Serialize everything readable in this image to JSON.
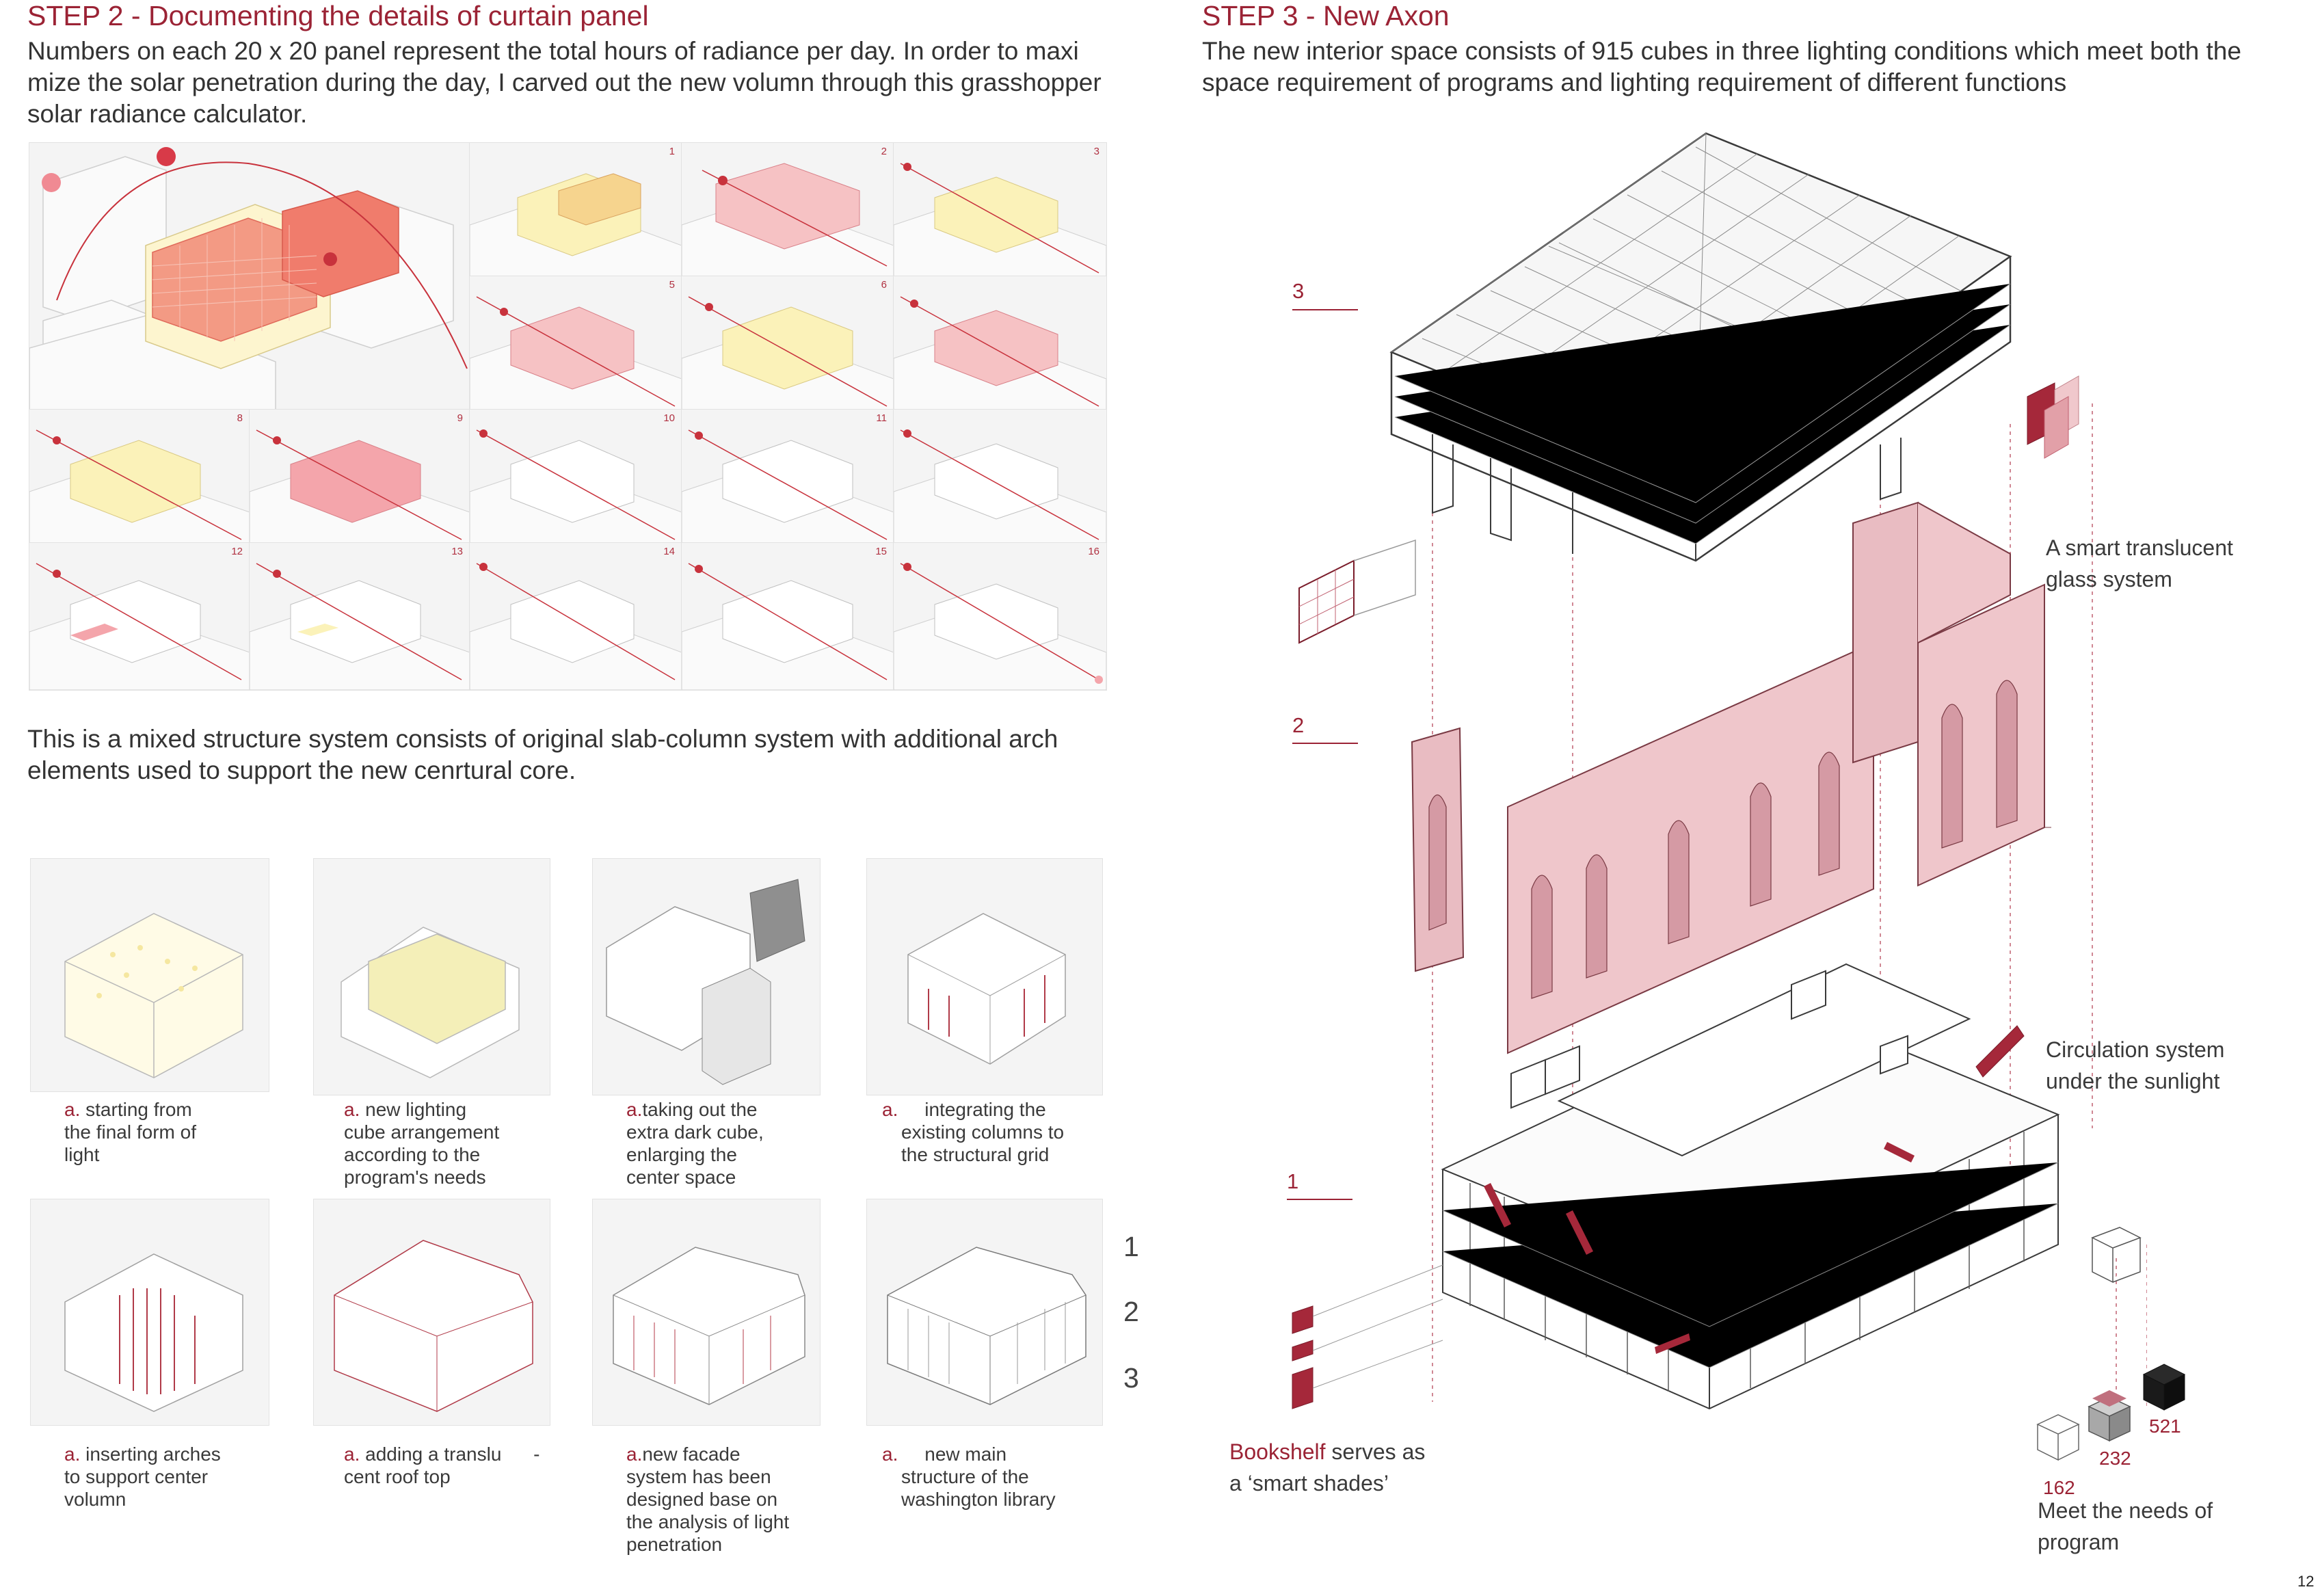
{
  "left": {
    "title": "STEP 2  - Documenting the details of curtain panel",
    "intro_lines": [
      "Numbers on each 20 x 20 panel represent the total hours of radiance per day. In order to maxi",
      "mize the solar penetration during the day, I carved out the new volumn through this grasshopper",
      "solar radiance calculator."
    ],
    "panel_numbers": [
      "1",
      "2",
      "3",
      "5",
      "6",
      "8",
      "9",
      "10",
      "11",
      "12",
      "13",
      "14",
      "15",
      "16"
    ],
    "structure_lines": [
      "This is a mixed structure system consists of original slab-column system with additional arch",
      "elements used to support the new cenrtural core."
    ],
    "captions_row1": [
      {
        "marker": "a.",
        "lines": [
          " starting from",
          "the final form of",
          "light"
        ]
      },
      {
        "marker": "a.",
        "lines": [
          " new lighting",
          "cube arrangement",
          "according to the",
          "program's needs"
        ]
      },
      {
        "marker": "a.",
        "lines": [
          "taking out the",
          "extra dark cube,",
          "enlarging the",
          "center space"
        ]
      },
      {
        "marker": "a.",
        "lines": [
          "     integrating the",
          "existing columns to",
          "the structural grid"
        ]
      }
    ],
    "captions_row2": [
      {
        "marker": "a.",
        "lines": [
          " inserting arches",
          "to support center",
          "volumn"
        ]
      },
      {
        "marker": "a.",
        "lines": [
          " adding a translu      -",
          "cent roof top"
        ]
      },
      {
        "marker": "a.",
        "lines": [
          "new facade",
          "system has been",
          "designed base on",
          "the analysis of light",
          "penetration"
        ]
      },
      {
        "marker": "a.",
        "lines": [
          "     new main",
          "structure of the",
          "washington library"
        ]
      }
    ],
    "step_numbers": [
      "1",
      "2",
      "3"
    ]
  },
  "right": {
    "title": "STEP 3  - New Axon",
    "intro_lines": [
      "The new interior space consists of 915 cubes in three lighting conditions which meet both the",
      "space requirement of programs and lighting requirement of different functions"
    ],
    "levels": [
      "3",
      "2",
      "1"
    ],
    "note_glass": [
      "A smart translucent",
      "glass system"
    ],
    "note_circulation": [
      "Circulation system",
      "under the sunlight"
    ],
    "note_bookshelf_highlight": "Bookshelf",
    "note_bookshelf_rest": " serves as",
    "note_bookshelf_line2": "a ‘smart shades’",
    "cube_counts": [
      "162",
      "232",
      "521"
    ],
    "note_program": [
      "Meet the needs of",
      "program"
    ]
  },
  "page_number": "12",
  "colors": {
    "accent": "#9b2335",
    "pink": "#e3b4bb",
    "highlight_orange": "#f08a78",
    "highlight_yellow": "#f6eeb0",
    "panel_bg": "#f4f4f4"
  }
}
